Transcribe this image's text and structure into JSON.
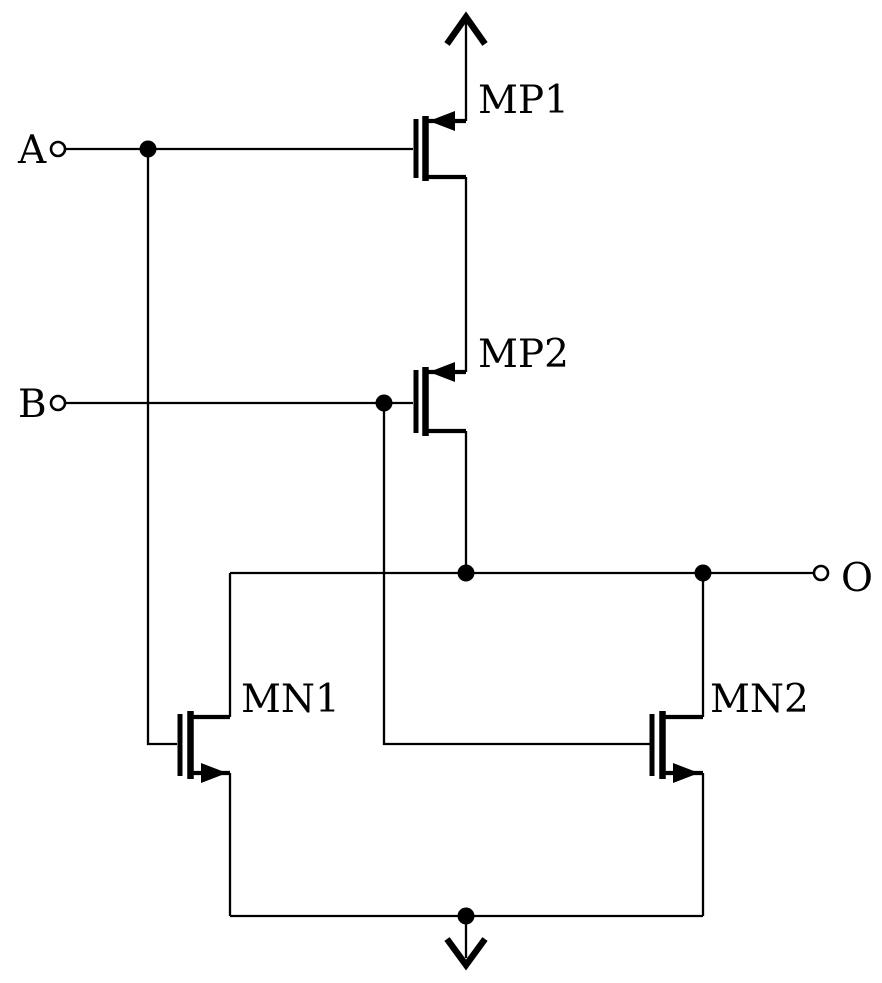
{
  "labels": {
    "input_a": "A",
    "input_b": "B",
    "output_o": "O",
    "mp1": "MP1",
    "mp2": "MP2",
    "mn1": "MN1",
    "mn2": "MN2"
  },
  "colors": {
    "ink": "#000000",
    "background": "#ffffff"
  }
}
